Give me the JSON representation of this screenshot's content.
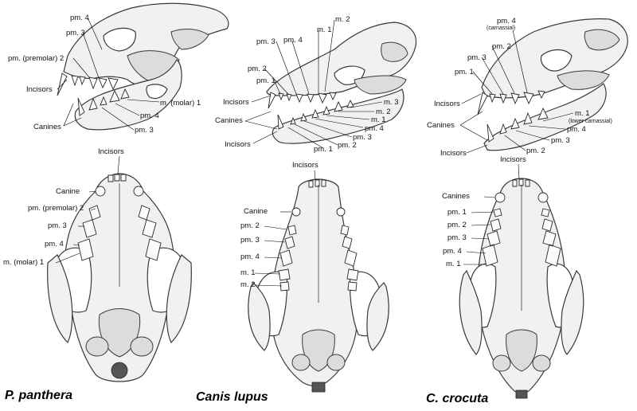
{
  "panels": {
    "panthera": {
      "caption": "P. panthera",
      "lateral": {
        "pm4": "pm. 4",
        "pm3": "pm. 3",
        "pm2": "pm. (premolar) 2",
        "incisors": "Incisors",
        "canines": "Canines",
        "m1": "m. (molar) 1",
        "lower_pm4": "pm. 4",
        "lower_pm3": "pm. 3"
      },
      "ventral": {
        "incisors": "Incisors",
        "canine": "Canine",
        "pm2": "pm. (premolar) 2",
        "pm3": "pm. 3",
        "pm4": "pm. 4",
        "m1": "m. (molar) 1"
      }
    },
    "canis": {
      "caption": "Canis lupus",
      "lateral": {
        "m2": "m. 2",
        "m1": "m. 1",
        "pm3": "pm. 3",
        "pm4": "pm. 4",
        "pm2": "pm. 2",
        "pm1": "pm. 1",
        "incisors": "Incisors",
        "canines": "Canines",
        "lower_incisors": "Incisors",
        "lower_m3": "m. 3",
        "lower_m2": "m. 2",
        "lower_m1": "m. 1",
        "lower_pm4": "pm. 4",
        "lower_pm3": "pm. 3",
        "lower_pm2": "pm. 2",
        "lower_pm1": "pm. 1"
      },
      "ventral": {
        "incisors": "Incisors",
        "canine": "Canine",
        "pm2": "pm. 2",
        "pm3": "pm. 3",
        "pm4": "pm. 4",
        "m1": "m. 1",
        "m2": "m. 2"
      }
    },
    "crocuta": {
      "caption": "C. crocuta",
      "lateral": {
        "pm4": "pm. 4",
        "pm4_note": "(carnassial)",
        "pm2": "pm. 2",
        "pm3": "pm. 3",
        "pm1": "pm. 1",
        "incisors": "Incisors",
        "canines": "Canines",
        "lower_incisors": "Incisors",
        "lower_m1": "m. 1",
        "lower_m1_note": "(lower carnassial)",
        "lower_pm4": "pm. 4",
        "lower_pm3": "pm. 3",
        "lower_pm2": "pm. 2"
      },
      "ventral": {
        "incisors": "Incisors",
        "canines": "Canines",
        "pm1": "pm. 1",
        "pm2": "pm. 2",
        "pm3": "pm. 3",
        "pm4": "pm. 4",
        "m1": "m. 1"
      }
    }
  }
}
